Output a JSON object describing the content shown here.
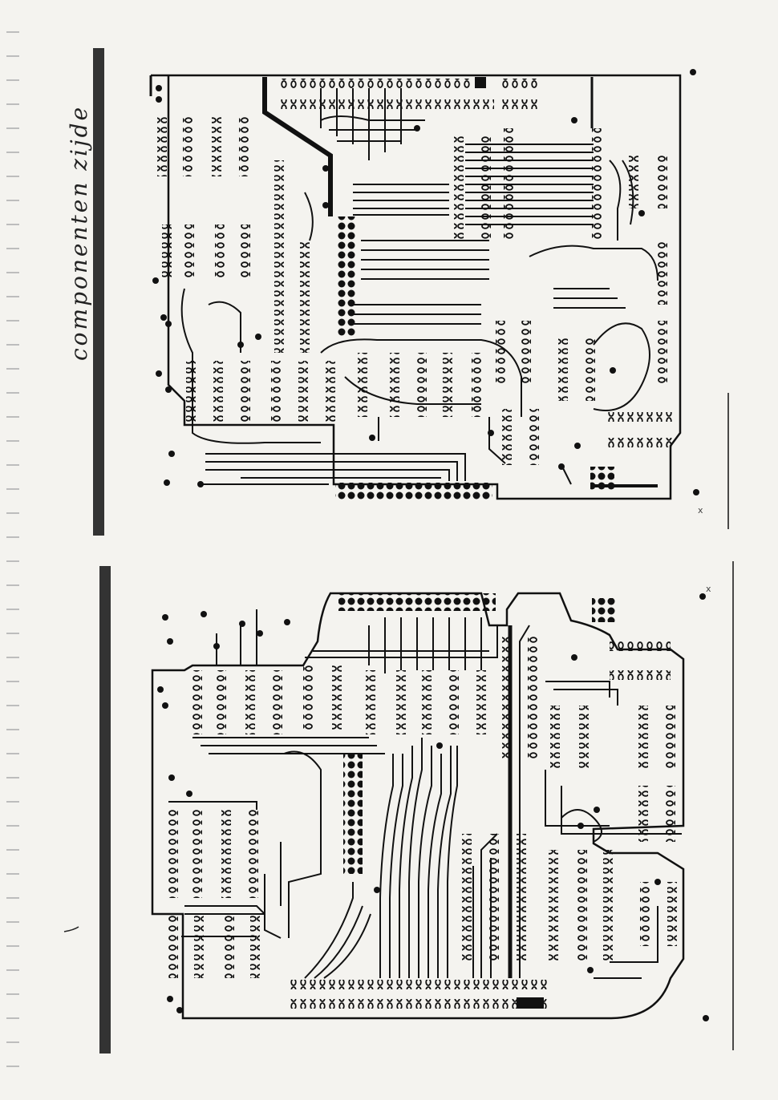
{
  "caption": "componenten zijde",
  "colors": {
    "paper": "#f4f3ef",
    "ink": "#111111",
    "bar": "#333333",
    "punch": "#bdbdbd"
  },
  "boards": [
    {
      "name": "component-side-pcb-top"
    },
    {
      "name": "pcb-layout-bottom"
    }
  ],
  "annotations": [
    "x",
    "x"
  ]
}
